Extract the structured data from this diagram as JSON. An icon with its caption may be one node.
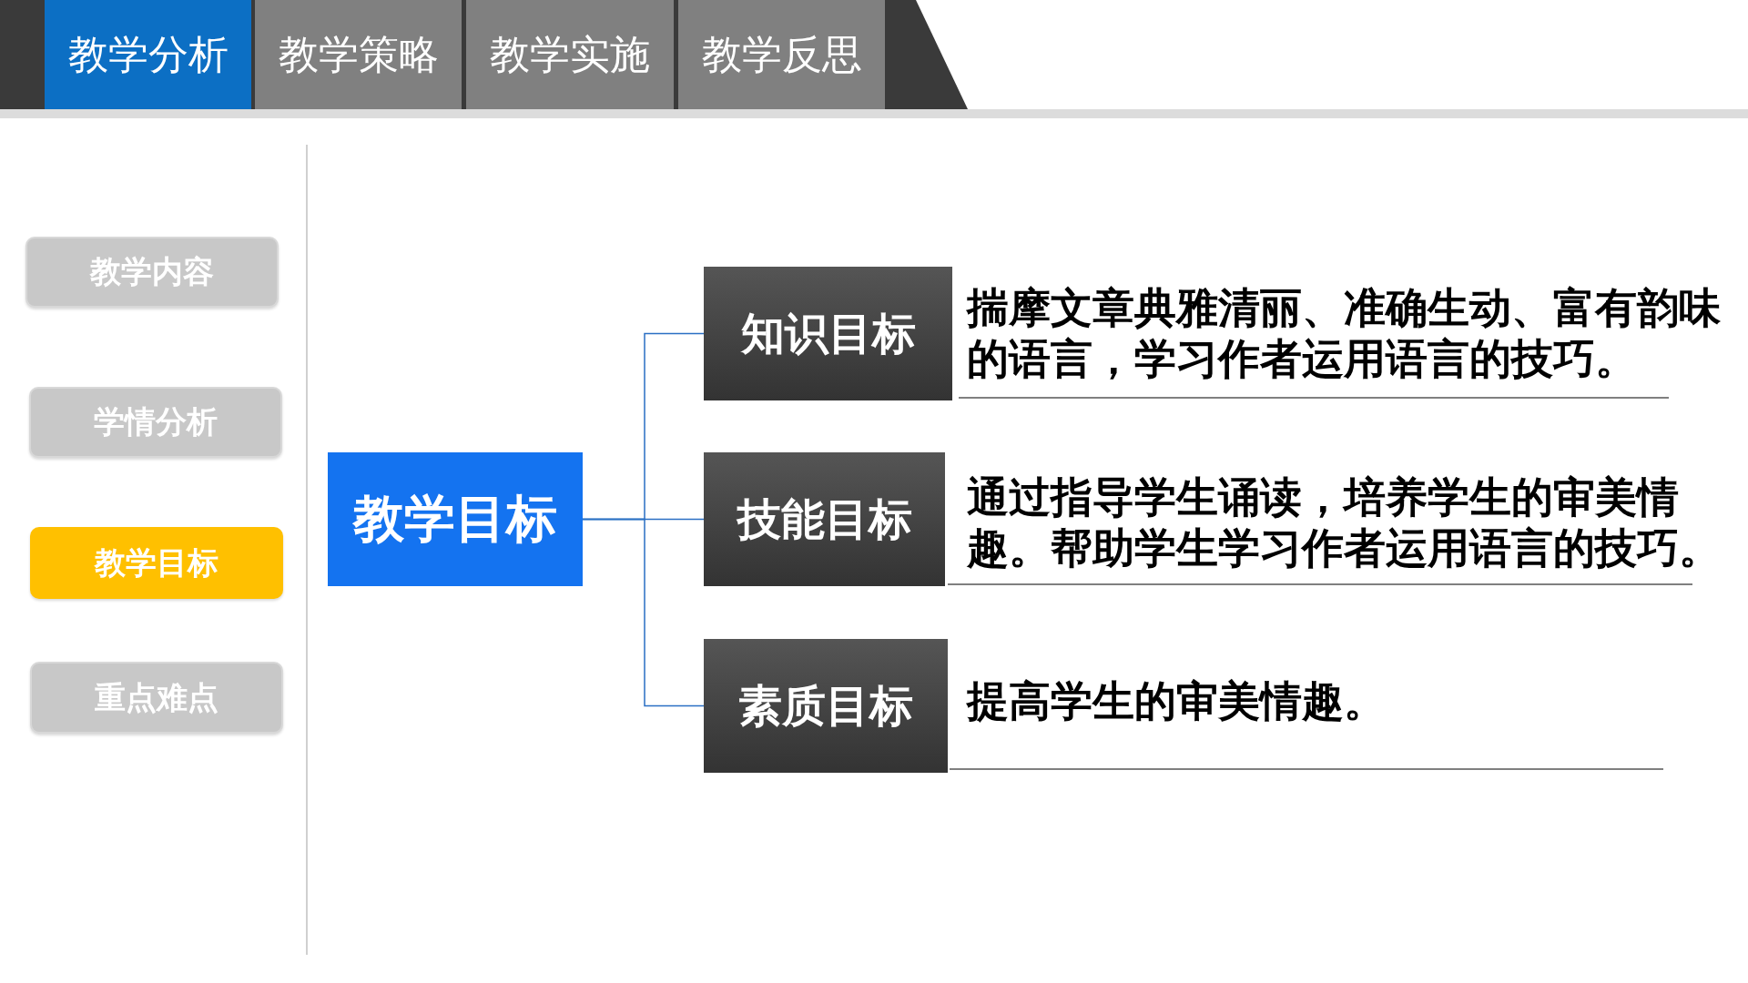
{
  "diagram": {
    "nodes": [
      {
        "text": [
          "教学分析"
        ]
      },
      {
        "text": [
          "教学策略"
        ]
      },
      {
        "text": [
          "教学实施"
        ]
      },
      {
        "text": [
          "教学反思"
        ]
      },
      {
        "text": [
          "教学内容"
        ]
      },
      {
        "text": [
          "学情分析"
        ]
      },
      {
        "text": [
          "教学目标"
        ]
      },
      {
        "text": [
          "重点难点"
        ]
      },
      {
        "text": [
          "教学目标"
        ]
      },
      {
        "text": [
          "知识目标"
        ],
        "beside": [
          "揣摩文章典雅清丽、准确生动、富有韵味的语言，学习作者运用语言的技巧。"
        ]
      },
      {
        "text": [
          "技能目标"
        ],
        "beside": [
          "通过指导学生诵读，培养学生的审美情趣。帮助学生学习作者运用语言的技巧。"
        ]
      },
      {
        "text": [
          "素质目标"
        ],
        "beside": [
          "提高学生的审美情趣。"
        ]
      }
    ],
    "edges": [
      {
        "from": 8,
        "to": 9,
        "arrow": "none"
      },
      {
        "from": 8,
        "to": 10,
        "arrow": "none"
      },
      {
        "from": 8,
        "to": 11,
        "arrow": "none"
      }
    ]
  }
}
